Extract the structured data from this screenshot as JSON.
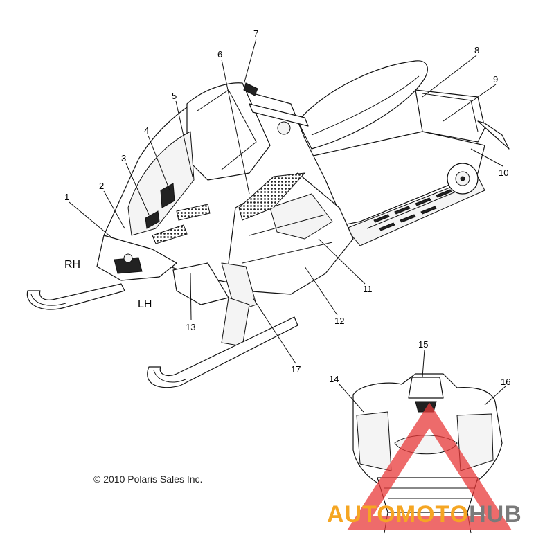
{
  "callouts": [
    "1",
    "2",
    "3",
    "4",
    "5",
    "6",
    "7",
    "8",
    "9",
    "10",
    "11",
    "12",
    "13",
    "14",
    "15",
    "16",
    "17"
  ],
  "side_labels": {
    "right": "RH",
    "left": "LH"
  },
  "copyright": "© 2010 Polaris Sales Inc.",
  "watermark": {
    "part1": "AUTOMOTO",
    "part2": "HUB",
    "color1": "#f5a623",
    "color2": "#7a7a7a",
    "triangle_color": "#e83a3a"
  }
}
